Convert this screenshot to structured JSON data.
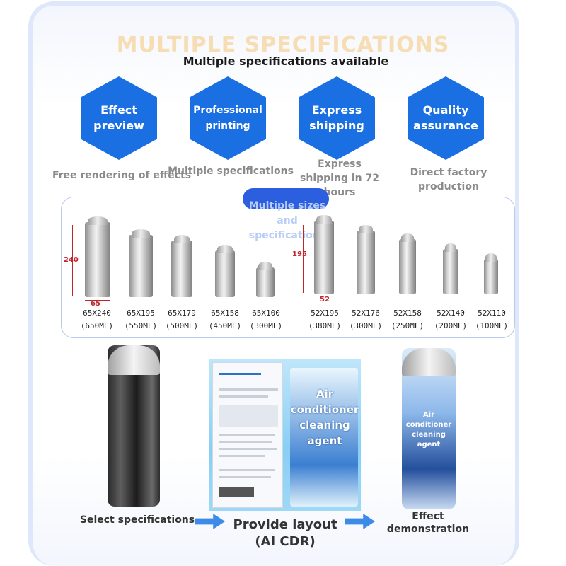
{
  "header": {
    "title": "MULTIPLE SPECIFICATIONS",
    "subtitle": "Multiple specifications available"
  },
  "features": [
    {
      "label": "Effect preview",
      "desc": "Free rendering of effects",
      "icon": "hexagon-icon"
    },
    {
      "label": "Professional printing",
      "desc": "Multiple specifications",
      "icon": "hexagon-icon"
    },
    {
      "label": "Express shipping",
      "desc": "Express shipping in 72 hours",
      "icon": "hexagon-icon"
    },
    {
      "label": "Quality assurance",
      "desc": "Direct factory production",
      "icon": "hexagon-icon"
    }
  ],
  "sizes": {
    "badge": "Multiple sizes and specifications",
    "group1": {
      "height_dim": "240",
      "width_dim": "65",
      "items": [
        {
          "dim": "65X240",
          "vol": "(650ML)"
        },
        {
          "dim": "65X195",
          "vol": "(550ML)"
        },
        {
          "dim": "65X179",
          "vol": "(500ML)"
        },
        {
          "dim": "65X158",
          "vol": "(450ML)"
        },
        {
          "dim": "65X100",
          "vol": "(300ML)"
        }
      ]
    },
    "group2": {
      "height_dim": "195",
      "width_dim": "52",
      "items": [
        {
          "dim": "52X195",
          "vol": "(380ML)"
        },
        {
          "dim": "52X176",
          "vol": "(300ML)"
        },
        {
          "dim": "52X158",
          "vol": "(250ML)"
        },
        {
          "dim": "52X140",
          "vol": "(200ML)"
        },
        {
          "dim": "52X110",
          "vol": "(100ML)"
        }
      ]
    }
  },
  "process": {
    "step1": "Select specifications",
    "step2": "Provide layout (AI CDR)",
    "step3": "Effect demonstration",
    "layout_text": "Air conditioner cleaning agent",
    "product_text": "Air conditioner cleaning agent",
    "accent": "#3d8be8"
  },
  "colors": {
    "hex_blue": "#1a6fe3",
    "badge_blue": "#2c5fe0",
    "panel_border": "#b6cbee"
  }
}
